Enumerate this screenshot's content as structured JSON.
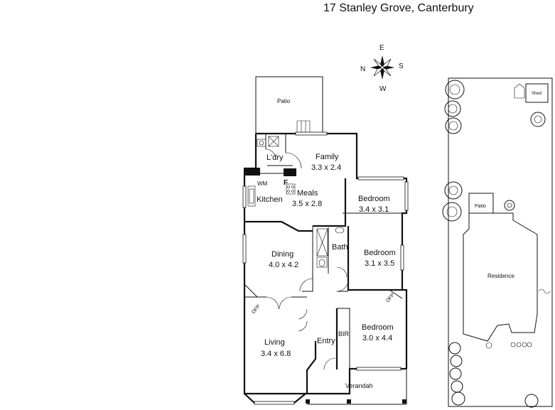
{
  "header": {
    "title": "17 Stanley Grove, Canterbury"
  },
  "compass": {
    "n": "N",
    "e": "E",
    "s": "S",
    "w": "W"
  },
  "floorplan": {
    "patio": "Patio",
    "laundry": "L'dry",
    "wm": "WM",
    "fridge": "F",
    "family": {
      "name": "Family",
      "size": "3.3 x 2.4"
    },
    "kitchen": "Kitchen",
    "meals": {
      "name": "Meals",
      "size": "3.5 x 2.8"
    },
    "bedroom1": {
      "name": "Bedroom",
      "size": "3.4 x 3.1"
    },
    "bath": "Bath",
    "bedroom2": {
      "name": "Bedroom",
      "size": "3.1 x 3.5"
    },
    "dining": {
      "name": "Dining",
      "size": "4.0 x 4.2"
    },
    "ofp_left": "OFP",
    "ofp_right": "OFP",
    "bedroom3": {
      "name": "Bedroom",
      "size": "3.0 x 4.4"
    },
    "bir": "BIR",
    "living": {
      "name": "Living",
      "size": "3.4 x 6.8"
    },
    "entry": "Entry",
    "verandah": "Verandah"
  },
  "siteplan": {
    "shed": "Shed",
    "patio": "Patio",
    "residence": "Residence"
  }
}
